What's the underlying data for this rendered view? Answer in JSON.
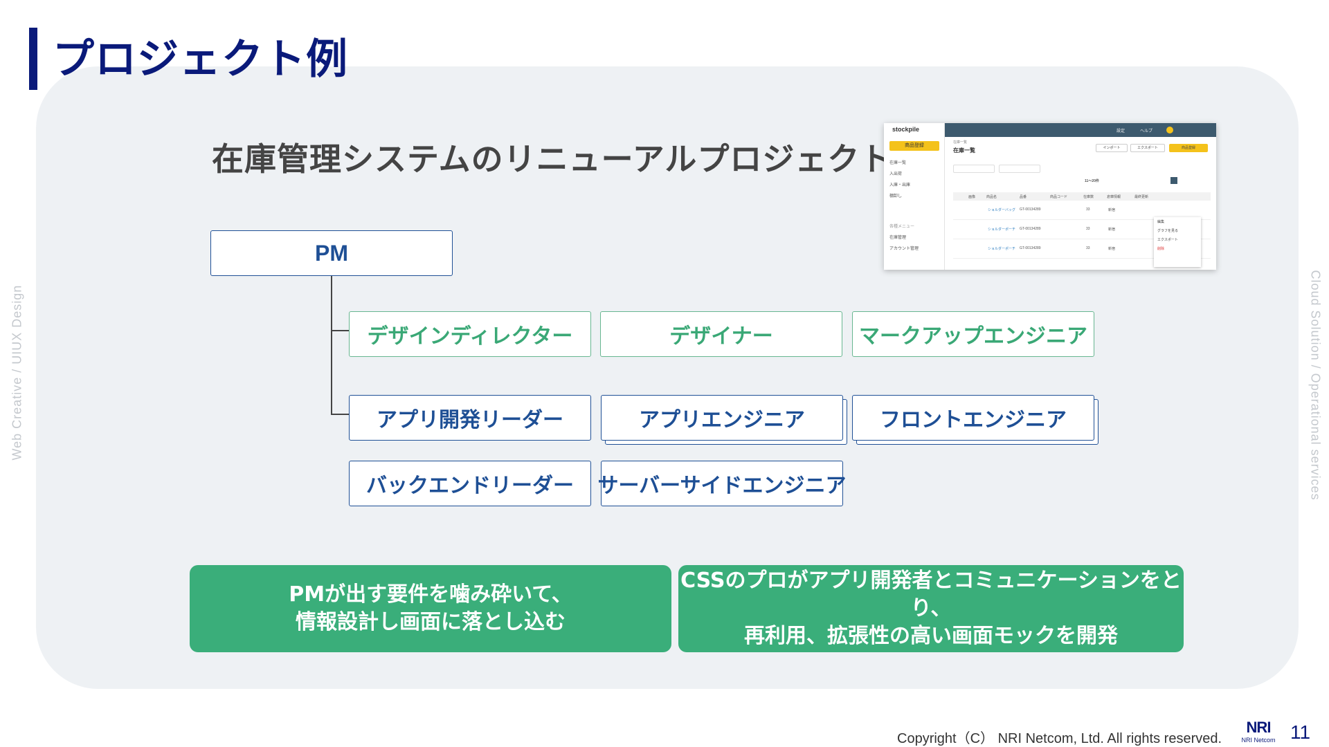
{
  "page_title": "プロジェクト例",
  "side_left": "Web Creative / UIUX Design",
  "side_right": "Cloud Solution / Operational services",
  "project_title": "在庫管理システムのリニューアルプロジェクト",
  "org_chart": {
    "pm": "PM",
    "design_roles": [
      "デザインディレクター",
      "デザイナー",
      "マークアップエンジニア"
    ],
    "dev_roles_row1": [
      "アプリ開発リーダー",
      "アプリエンジニア",
      "フロントエンジニア"
    ],
    "dev_roles_row2": [
      "バックエンドリーダー",
      "サーバーサイドエンジニア"
    ]
  },
  "callouts": [
    {
      "line1": "PMが出す要件を噛み砕いて、",
      "line2": "情報設計し画面に落とし込む"
    },
    {
      "line1": "CSSのプロがアプリ開発者とコミュニケーションをとり、",
      "line2": "再利用、拡張性の高い画面モックを開発"
    }
  ],
  "screenshot": {
    "logo": "stockpile",
    "register_button": "商品登録",
    "nav": [
      "在庫一覧",
      "入出荷",
      "入庫・出庫",
      "棚卸し"
    ],
    "nav_section": "各種メニュー",
    "nav_settings": [
      "在庫管理",
      "アカウント管理"
    ],
    "top_help": "ヘルプ",
    "top_settings": "設定",
    "breadcrumb": "在庫一覧",
    "page_heading": "在庫一覧",
    "actions": [
      "インポート",
      "エクスポート",
      "商品登録"
    ],
    "paging": "11～20件",
    "columns": [
      "画像",
      "商品名",
      "品番",
      "商品コード",
      "在庫数",
      "倉庫情報",
      "最終更新"
    ],
    "rows": [
      {
        "name": "ショルダーバッグ",
        "code": "GT-00134289",
        "qty": "33",
        "wh": "新宿"
      },
      {
        "name": "ショルダーポーチ",
        "code": "GT-00134289",
        "qty": "33",
        "wh": "新宿"
      },
      {
        "name": "ショルダーポーチ",
        "code": "GT-00134289",
        "qty": "33",
        "wh": "新宿"
      }
    ],
    "menu": [
      "編集",
      "グラフを見る",
      "エクスポート",
      "削除"
    ]
  },
  "footer": {
    "copyright": "Copyright（C） NRI Netcom, Ltd. All rights reserved.",
    "logo_text": "NRI",
    "logo_sub": "NRI Netcom",
    "page_number": "11"
  },
  "colors": {
    "navy": "#0a1a7a",
    "green": "#3aae7a",
    "blue": "#1e4f95",
    "panel": "#eef1f4"
  }
}
